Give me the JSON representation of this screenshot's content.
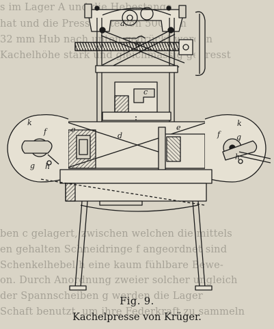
{
  "background_lines": [
    "s im Lager A und die Hebestange",
    "hat und die Pressplatte von 500 mm",
    "32 mm Hub nach unten gedrückt werden",
    "Kachelhöhe stark und gleichmässig gepresst",
    "ben c gelagert, zwischen welchen die mittels",
    "en gehalten Schneidringe f angeordnet sind",
    "Schenkelhebel h eine kaum fühlbare Bewe-",
    "on. Durch Anordnung zweier solcher ungleich",
    "der Spannscheiben g werden die Lager",
    "Schaft benutzt, um ihre Federkraft zu sammeln"
  ],
  "figure_labels": {
    "k_left": "k",
    "f_left": "f",
    "g_left": "g",
    "h_left": "h",
    "e_left": "e",
    "d": "d",
    "c": "c",
    "b": "b",
    "a": "a",
    "e_right": "e",
    "f_right": "f",
    "g_right": "g",
    "h_right": "h",
    "k_right": "k"
  },
  "caption": {
    "figure_number": "Fig. 9.",
    "title": "Kachelpresse von Krüger."
  },
  "colors": {
    "paper": "#d9d4c6",
    "ink": "#1b1b1b",
    "hatch": "#2a2a2a"
  }
}
